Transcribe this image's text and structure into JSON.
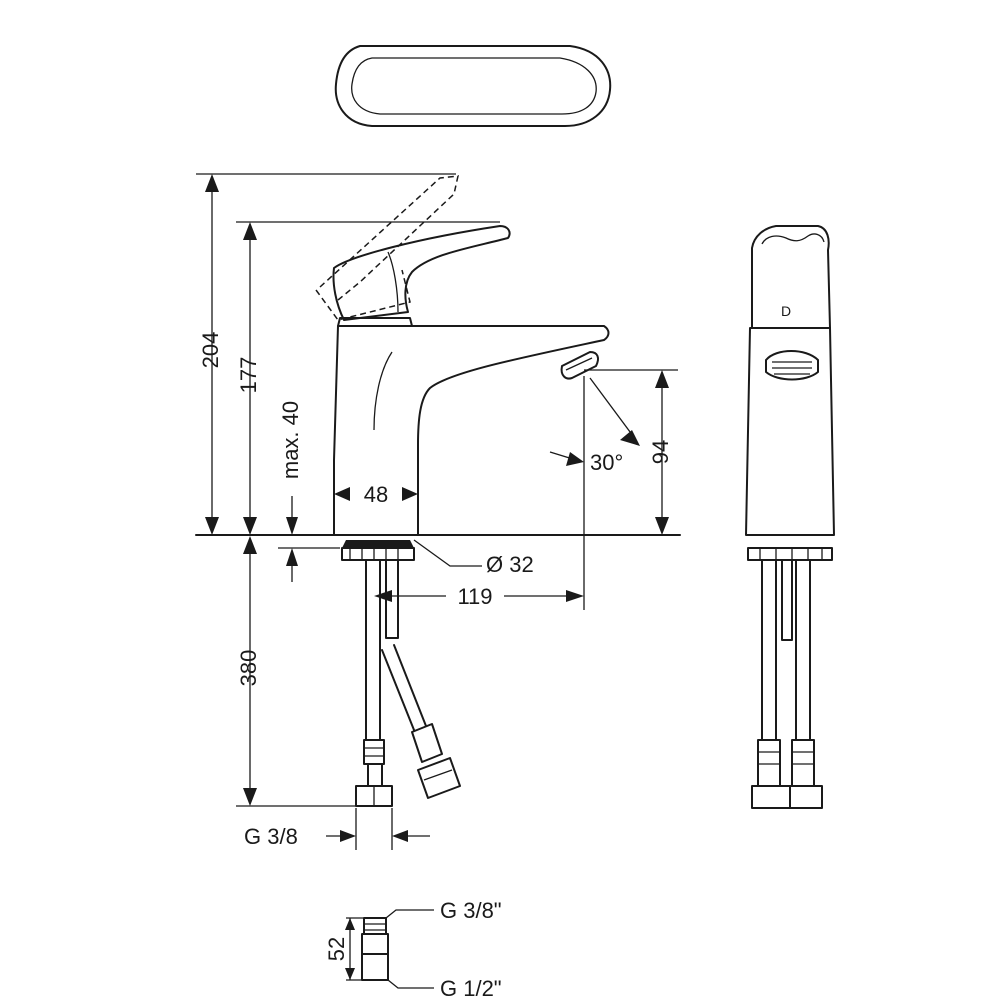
{
  "dimensions": {
    "overall_height": "204",
    "spout_height": "177",
    "max_deck_thickness": "max. 40",
    "body_width": "48",
    "spout_angle": "30°",
    "aerator_height": "94",
    "mounting_hole": "Ø 32",
    "projection": "119",
    "hose_length": "380",
    "hose_connection": "G 3/8"
  },
  "adapter": {
    "height": "52",
    "top_thread": "G 3/8\"",
    "bottom_thread": "G 1/2\""
  },
  "colors": {
    "line": "#1a1a1a",
    "background": "#ffffff"
  }
}
